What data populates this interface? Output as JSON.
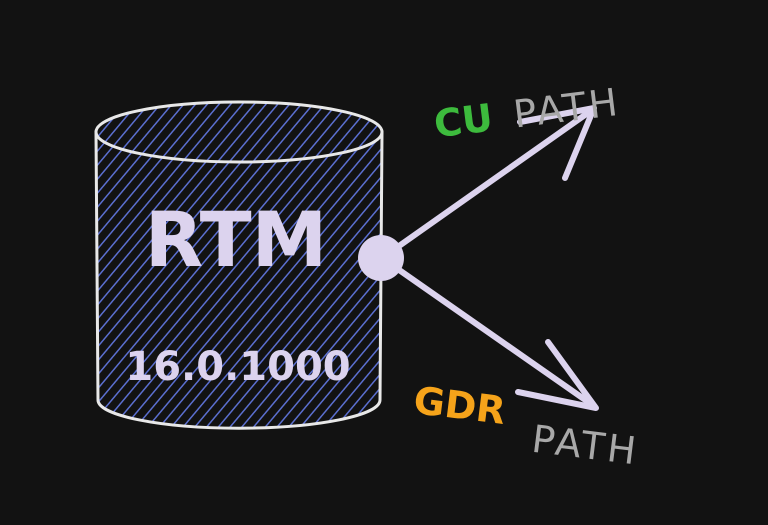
{
  "database": {
    "name": "RTM",
    "version": "16.0.1000"
  },
  "paths": {
    "cu": {
      "prefix": "CU",
      "suffix": "PATH"
    },
    "gdr": {
      "prefix": "GDR",
      "suffix": "PATH"
    }
  },
  "colors": {
    "background": "#121212",
    "hatch": "#5b6fd0",
    "outline": "#e8e8e8",
    "label": "#dcd3ee",
    "arrow": "#dcd3ee",
    "cu": "#3dbb3d",
    "gdr": "#f5a31a",
    "path": "#a8a8a8"
  }
}
